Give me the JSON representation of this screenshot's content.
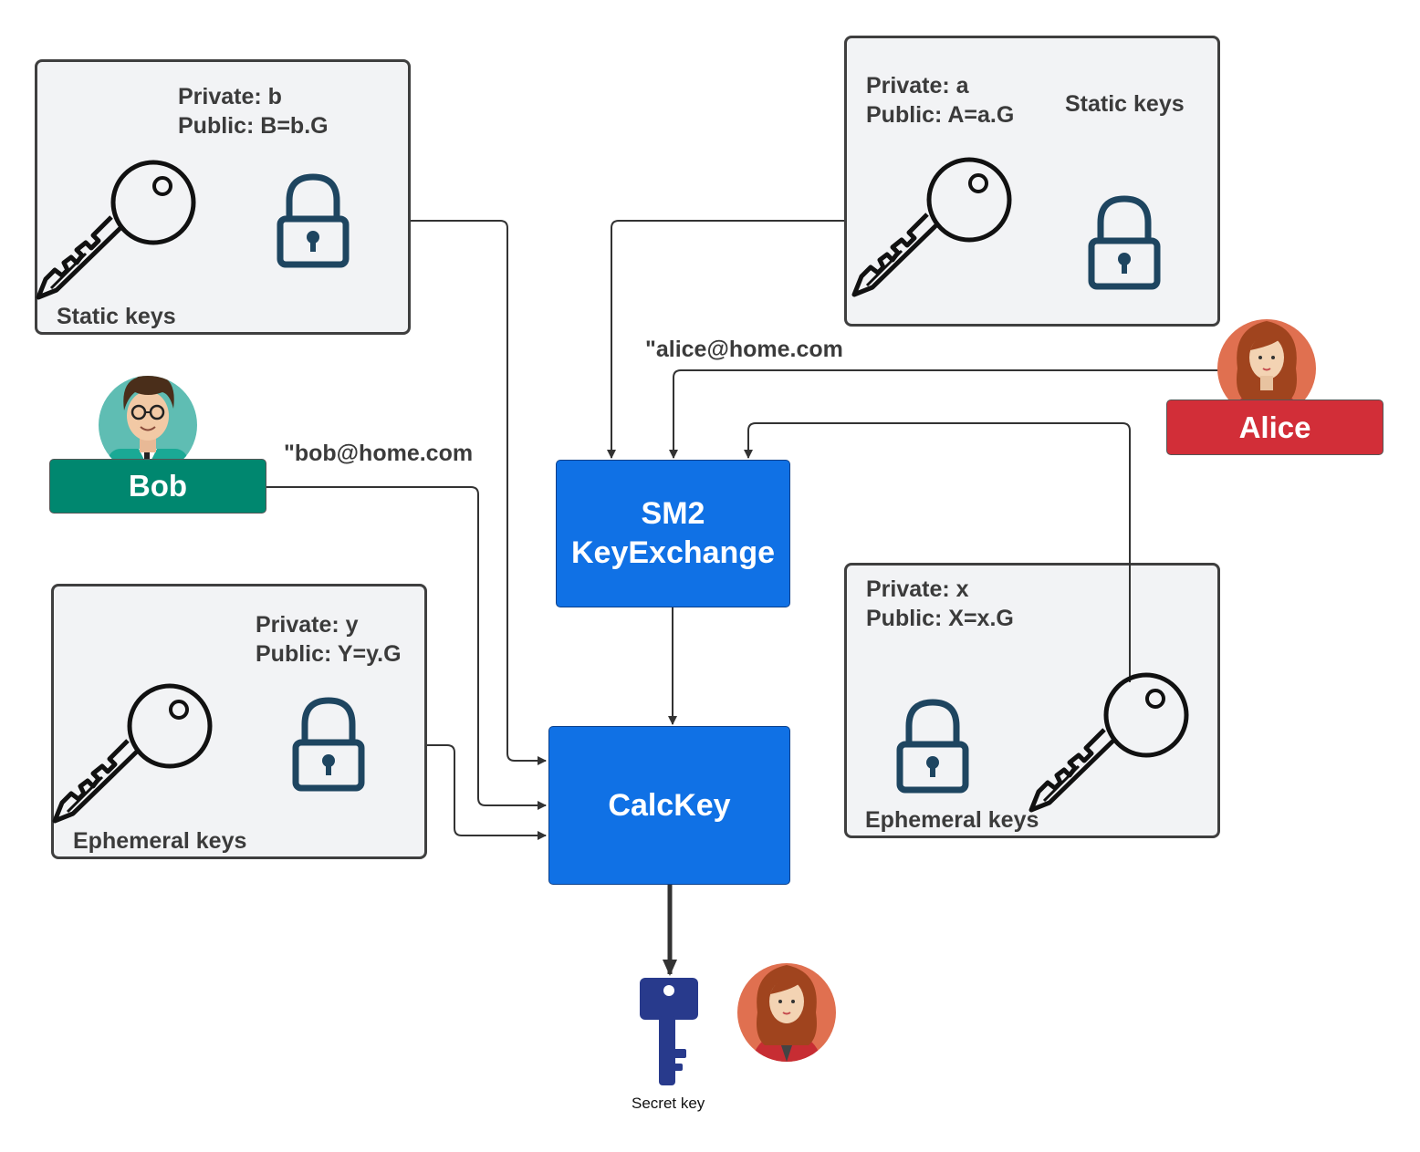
{
  "bob": {
    "label": "Bob",
    "email": "\"bob@home.com",
    "static": {
      "private": "Private: b",
      "public": "Public: B=b.G",
      "title": "Static keys"
    },
    "ephemeral": {
      "private": "Private: y",
      "public": "Public: Y=y.G",
      "title": "Ephemeral keys"
    }
  },
  "alice": {
    "label": "Alice",
    "email": "\"alice@home.com",
    "static": {
      "private": "Private: a",
      "public": "Public: A=a.G",
      "title": "Static keys"
    },
    "ephemeral": {
      "private": "Private: x",
      "public": "Public: X=x.G",
      "title": "Ephemeral keys"
    }
  },
  "process": {
    "keyexchange_line1": "SM2",
    "keyexchange_line2": "KeyExchange",
    "calckey": "CalcKey"
  },
  "output": {
    "secret_label": "Secret key"
  },
  "colors": {
    "process_blue": "#1071e5",
    "bob_green": "#00876f",
    "alice_red": "#d22e38",
    "lock_navy": "#1e4560",
    "secret_key_navy": "#283a8c"
  },
  "icons": [
    "key-icon",
    "lock-icon",
    "avatar-icon",
    "secret-key-icon"
  ]
}
